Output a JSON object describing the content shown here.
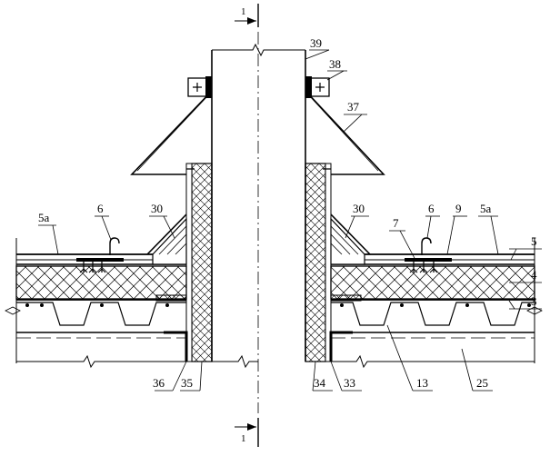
{
  "section_marks": {
    "top": "1",
    "bottom": "1"
  },
  "labels": {
    "l39": "39",
    "l38": "38",
    "l37": "37",
    "l5a_left": "5a",
    "l6_left": "6",
    "l30_left": "30",
    "l30_right": "30",
    "l7": "7",
    "l6_right": "6",
    "l9": "9",
    "l5a_right": "5a",
    "l5": "5",
    "l4": "4",
    "l3": "3",
    "l36": "36",
    "l35": "35",
    "l34": "34",
    "l33": "33",
    "l13": "13",
    "l25": "25"
  }
}
